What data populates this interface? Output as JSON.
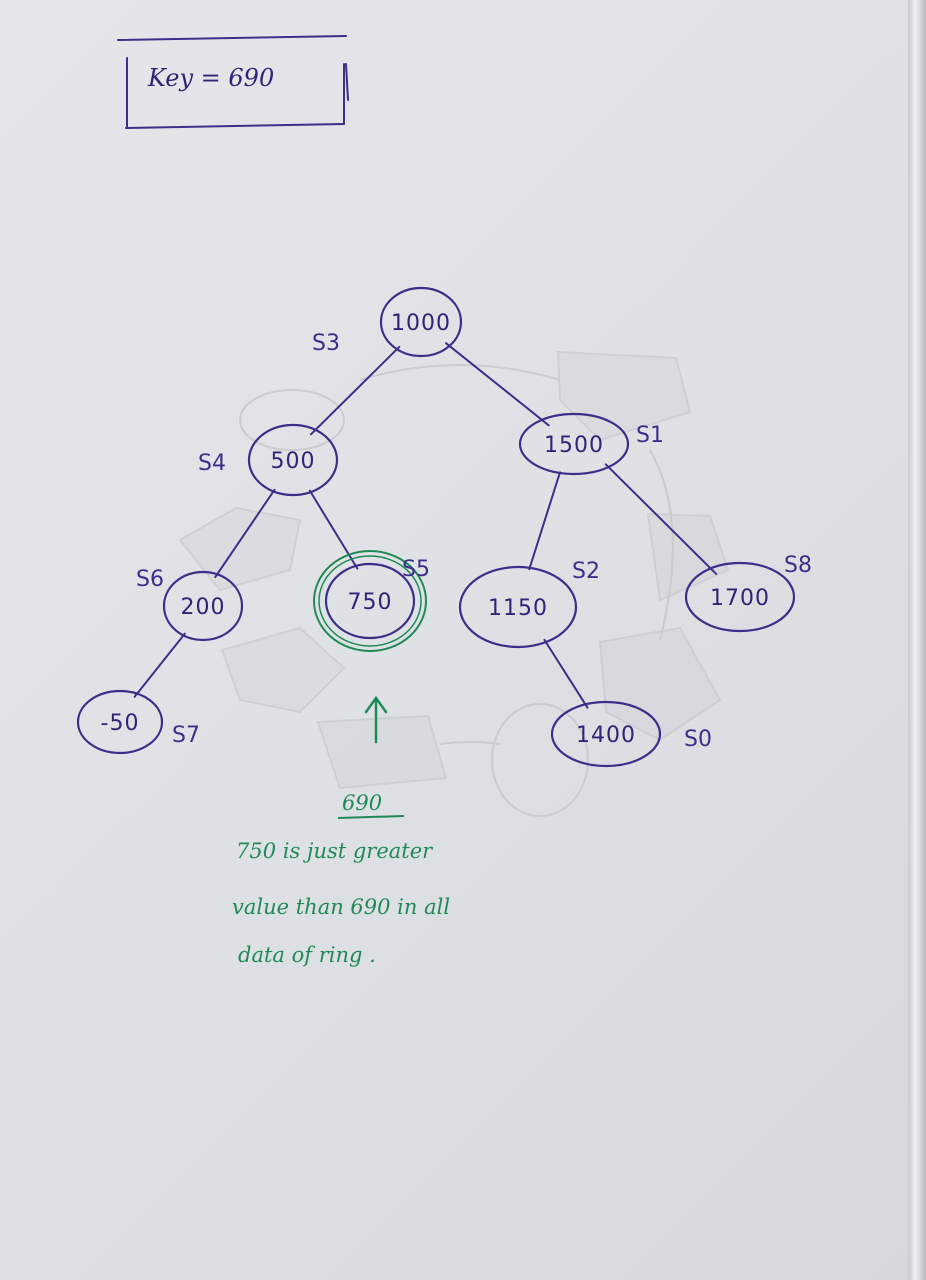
{
  "key_box": {
    "text": "Key = 690"
  },
  "nodes": [
    {
      "id": "n1000",
      "value": "1000",
      "server": "S3"
    },
    {
      "id": "n500",
      "value": "500",
      "server": "S4"
    },
    {
      "id": "n1500",
      "value": "1500",
      "server": "S1"
    },
    {
      "id": "n200",
      "value": "200",
      "server": "S6"
    },
    {
      "id": "n750",
      "value": "750",
      "server": "S5"
    },
    {
      "id": "n1150",
      "value": "1150",
      "server": "S2"
    },
    {
      "id": "n1700",
      "value": "1700",
      "server": "S8"
    },
    {
      "id": "n-50",
      "value": "-50",
      "server": "S7"
    },
    {
      "id": "n1400",
      "value": "1400",
      "server": "S0"
    }
  ],
  "edges": [
    [
      "n1000",
      "n500"
    ],
    [
      "n1000",
      "n1500"
    ],
    [
      "n500",
      "n200"
    ],
    [
      "n500",
      "n750"
    ],
    [
      "n1500",
      "n1150"
    ],
    [
      "n1500",
      "n1700"
    ],
    [
      "n200",
      "n-50"
    ],
    [
      "n1150",
      "n1400"
    ]
  ],
  "highlight": {
    "node": "n750",
    "color": "#1f8a57"
  },
  "pointer": {
    "label": "690"
  },
  "note": {
    "line1": "750 is just greater",
    "line2": "value than 690 in all",
    "line3": "data of ring ."
  },
  "colors": {
    "ink": "#3b2f8a",
    "green": "#1f8a57",
    "paper": "#e2e5e7"
  }
}
